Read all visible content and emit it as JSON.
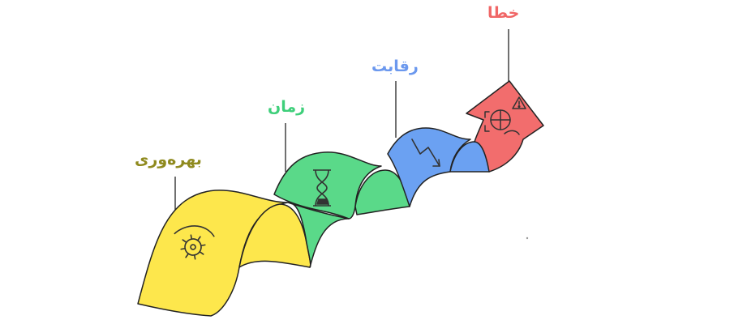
{
  "diagram": {
    "steps": [
      {
        "label": "بهره‌وری",
        "icon": "gear-icon",
        "color": "#fde74c"
      },
      {
        "label": "زمان",
        "icon": "hourglass-icon",
        "color": "#5ad989"
      },
      {
        "label": "رقابت",
        "icon": "trend-down-icon",
        "color": "#6ba1f2"
      },
      {
        "label": "خطا",
        "icon": "warning-face-icon",
        "color": "#f26d6d"
      }
    ],
    "label_colors": [
      "#8f8a1e",
      "#3ecf7a",
      "#6b98ee",
      "#f06666"
    ],
    "outline_color": "#222222"
  }
}
